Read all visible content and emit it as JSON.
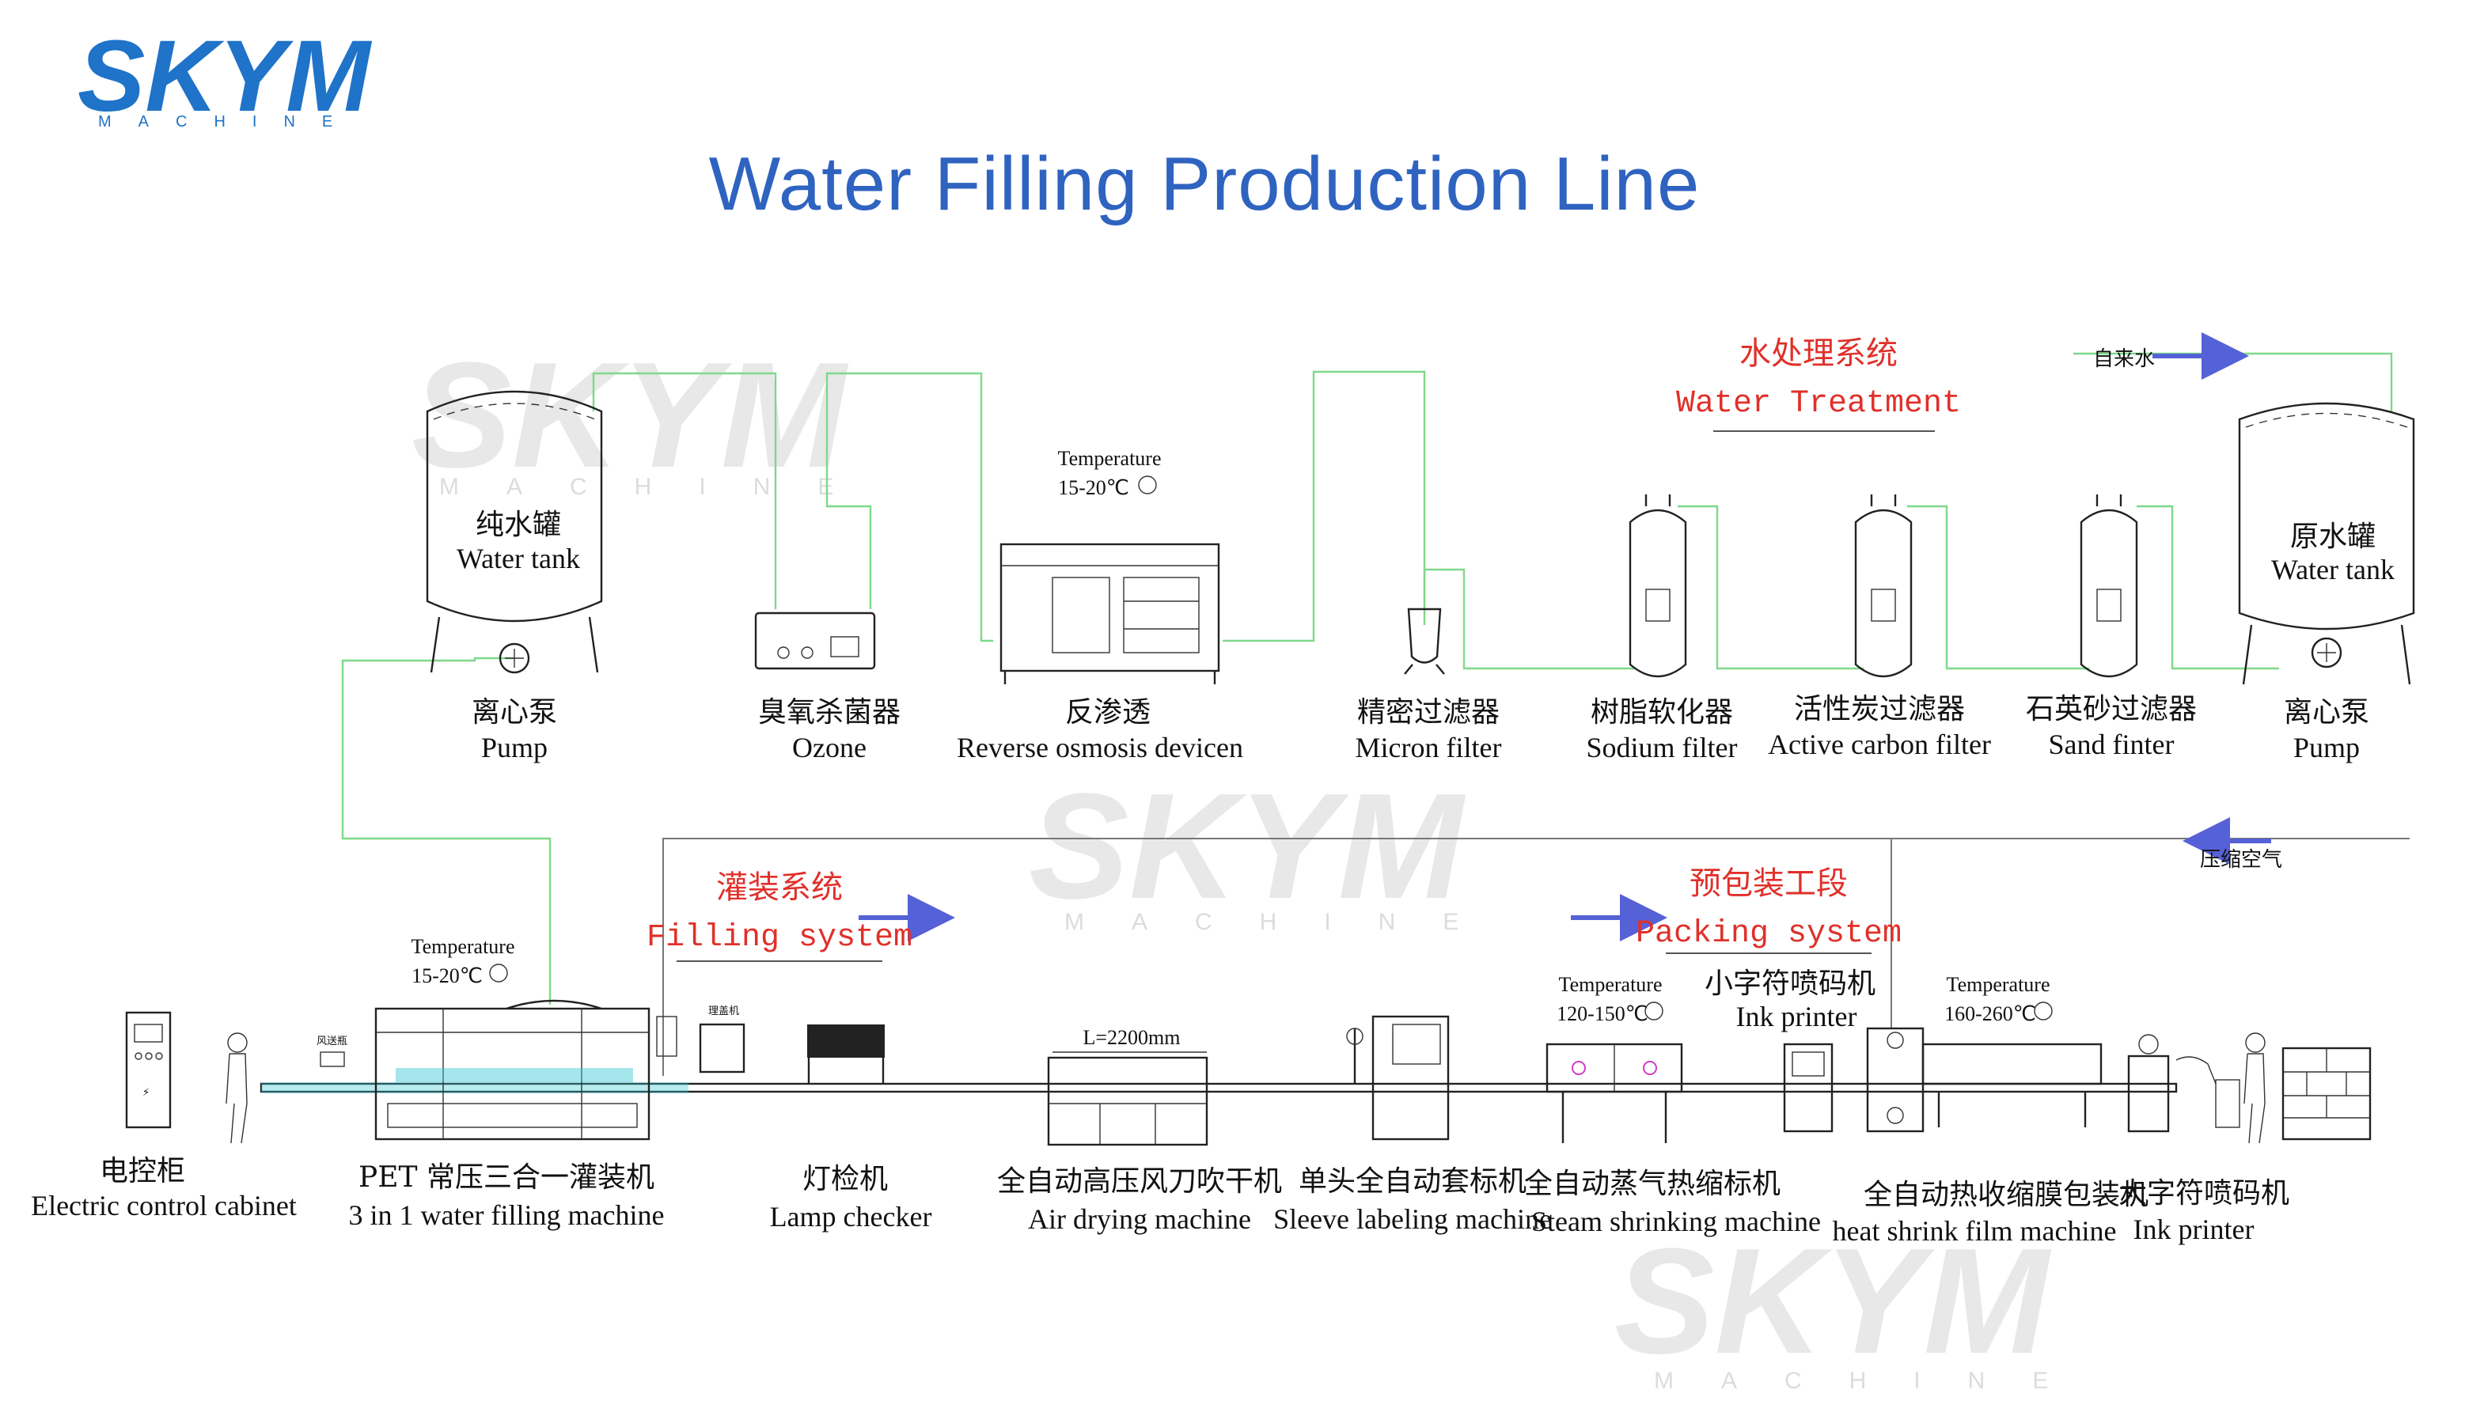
{
  "brand": {
    "logo_text": "SKYM",
    "logo_sub": "MACHINE",
    "color": "#1f73c8"
  },
  "title": "Water Filling Production Line",
  "watermark": {
    "text": "SKYM",
    "sub": "MACHINE"
  },
  "sections": {
    "water_treatment": {
      "cn": "水处理系统",
      "en": "Water Treatment"
    },
    "filling": {
      "cn": "灌装系统",
      "en": "Filling system"
    },
    "packing": {
      "cn": "预包装工段",
      "en": "Packing system"
    }
  },
  "flow_notes": {
    "tap_water": "自来水",
    "compressed_air": "压缩空气",
    "air_conveyor": "风送瓶",
    "cap_sorter": "理盖机"
  },
  "temperatures": {
    "ro": {
      "label": "Temperature",
      "value": "15-20℃"
    },
    "filling": {
      "label": "Temperature",
      "value": "15-20℃"
    },
    "steam": {
      "label": "Temperature",
      "value": "120-150℃"
    },
    "film": {
      "label": "Temperature",
      "value": "160-260℃"
    }
  },
  "air_dryer_length": "L=2200mm",
  "water_treatment_equipment": [
    {
      "cn": "纯水罐",
      "en": "Water tank"
    },
    {
      "cn": "离心泵",
      "en": "Pump"
    },
    {
      "cn": "臭氧杀菌器",
      "en": "Ozone"
    },
    {
      "cn": "反渗透",
      "en": "Reverse osmosis devicen"
    },
    {
      "cn": "精密过滤器",
      "en": "Micron filter"
    },
    {
      "cn": "树脂软化器",
      "en": "Sodium filter"
    },
    {
      "cn": "活性炭过滤器",
      "en": "Active carbon filter"
    },
    {
      "cn": "石英砂过滤器",
      "en": "Sand finter"
    },
    {
      "cn": "原水罐",
      "en": "Water tank"
    },
    {
      "cn": "离心泵",
      "en": "Pump"
    }
  ],
  "filling_line_equipment": [
    {
      "cn": "电控柜",
      "en": "Electric control cabinet"
    },
    {
      "cn": "PET 常压三合一灌装机",
      "en": "3 in 1 water filling machine"
    },
    {
      "cn": "灯检机",
      "en": "Lamp checker"
    },
    {
      "cn": "全自动高压风刀吹干机",
      "en": "Air drying machine"
    },
    {
      "cn": "单头全自动套标机",
      "en": "Sleeve labeling machine"
    },
    {
      "cn": "全自动蒸气热缩标机",
      "en": "Steam shrinking machine"
    },
    {
      "cn": "小字符喷码机",
      "en": "Ink printer"
    },
    {
      "cn": "全自动热收缩膜包装机",
      "en": "heat shrink film machine"
    },
    {
      "cn": "大字符喷码机",
      "en": "Ink printer"
    }
  ],
  "colors": {
    "title": "#2f63c0",
    "section": "#e0302a",
    "pipe": "#7ed88a",
    "arrow": "#5561d6",
    "accent_cyan": "#37c8d8",
    "magenta": "#d23cc8"
  }
}
